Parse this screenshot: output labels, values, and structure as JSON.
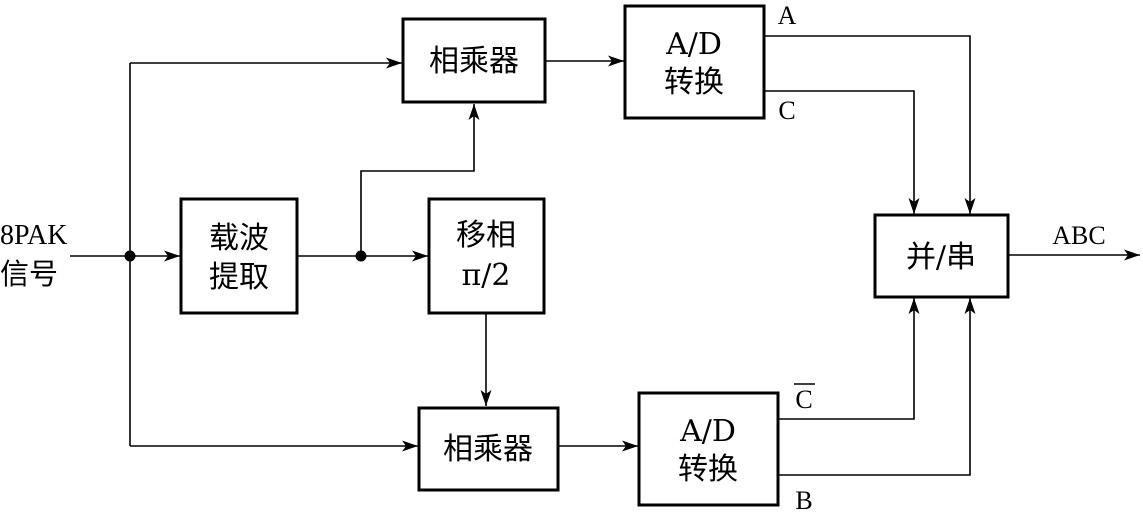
{
  "input": {
    "line1": "8PAK",
    "line2": "信号"
  },
  "carrier_extract": {
    "line1": "载波",
    "line2": "提取"
  },
  "phase_shift": {
    "line1": "移相",
    "line2": "π/2"
  },
  "multiplier_top": {
    "label": "相乘器"
  },
  "multiplier_bottom": {
    "label": "相乘器"
  },
  "adc_top": {
    "line1": "A/D",
    "line2": "转换"
  },
  "adc_bottom": {
    "line1": "A/D",
    "line2": "转换"
  },
  "parallel_serial": {
    "label": "并/串"
  },
  "signals": {
    "a": "A",
    "c": "C",
    "c_bar": "C",
    "b": "B",
    "output": "ABC"
  }
}
